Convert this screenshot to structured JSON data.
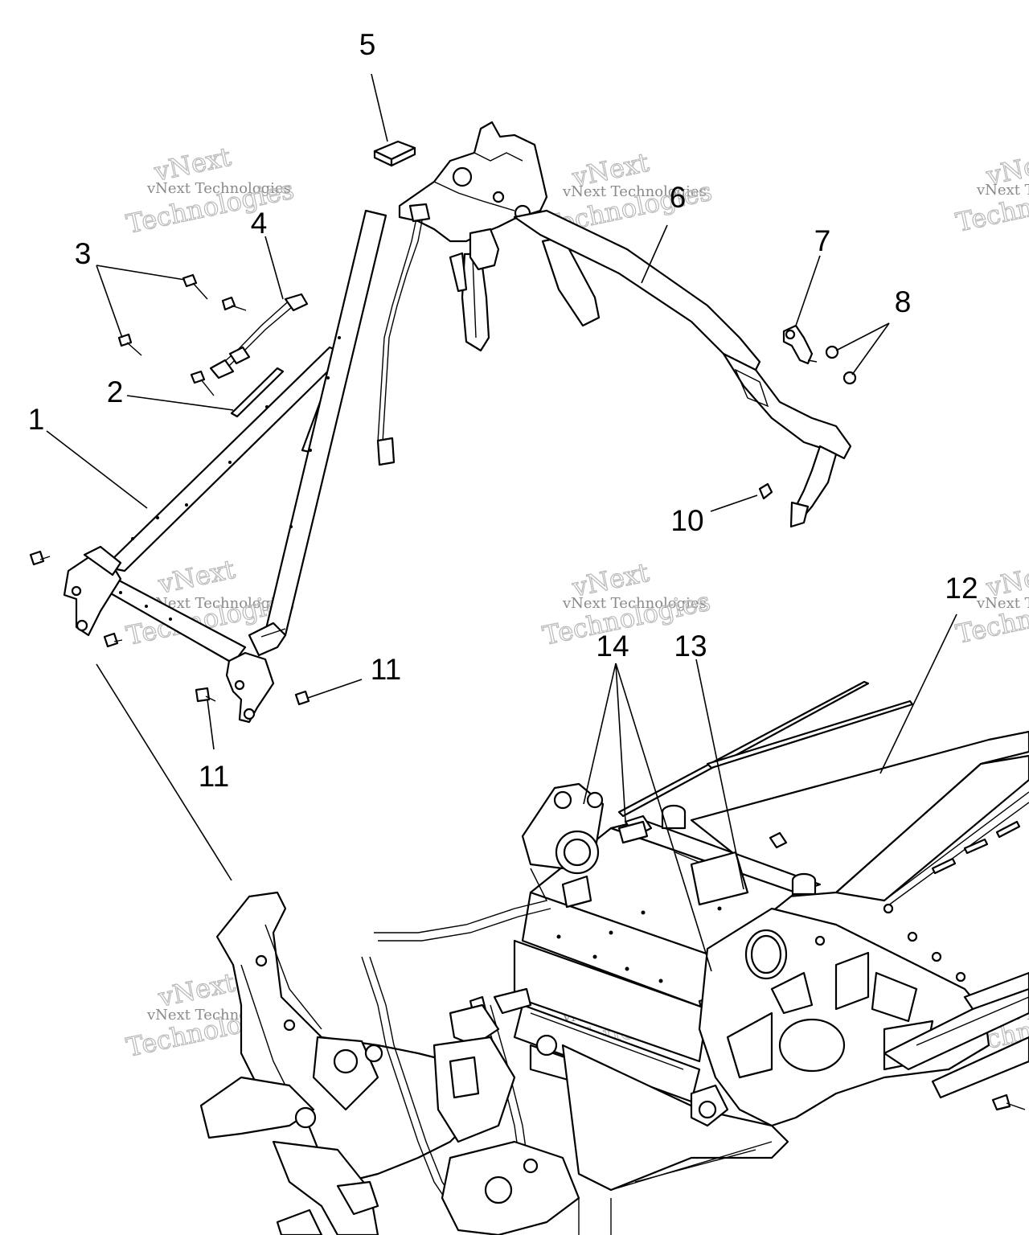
{
  "callouts": {
    "c1": "1",
    "c2": "2",
    "c3": "3",
    "c4": "4",
    "c5": "5",
    "c6": "6",
    "c7": "7",
    "c8": "8",
    "c10": "10",
    "c11a": "11",
    "c11b": "11",
    "c12": "12",
    "c13": "13",
    "c14": "14"
  },
  "watermark": {
    "line1": "vNext Technologies",
    "line2": "Technologies",
    "brand": "vNext"
  },
  "colors": {
    "ink": "#000000",
    "watermark": "#8a8a8a",
    "background": "#ffffff"
  }
}
